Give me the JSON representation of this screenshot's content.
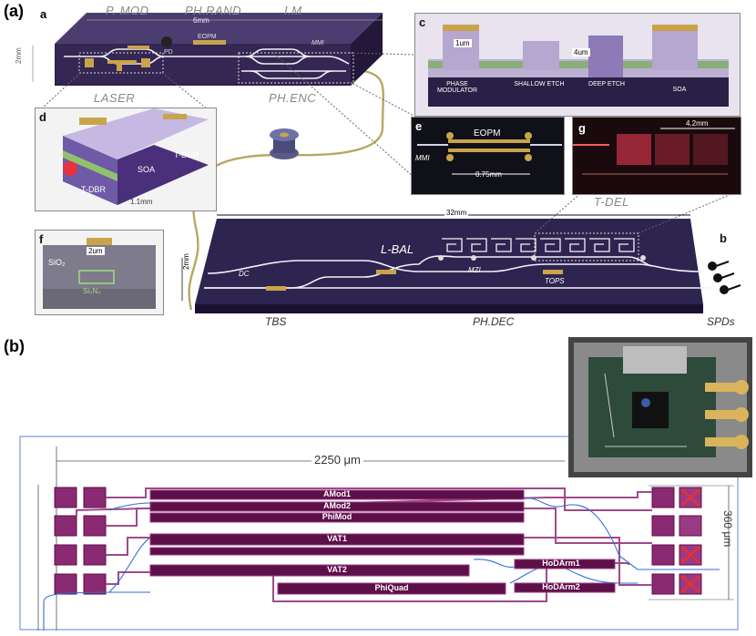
{
  "panel_a": {
    "label": "(a)",
    "chip_tx": {
      "letter": "a",
      "top_labels": [
        "P. MOD",
        "PH.RAND",
        "I.M"
      ],
      "bottom_labels": [
        "LASER",
        "PH.ENC"
      ],
      "dim_width": "6mm",
      "dim_height": "2mm",
      "inline_labels": {
        "pd": "PD",
        "eopm": "EOPM",
        "mmi": "MMI"
      }
    },
    "inset_c": {
      "letter": "c",
      "sections": [
        "PHASE MODULATOR",
        "SHALLOW ETCH",
        "DEEP ETCH",
        "SOA"
      ],
      "dim_1": "1um",
      "dim_4": "4um"
    },
    "inset_d": {
      "letter": "d",
      "labels": {
        "soa": "SOA",
        "tdbr_left": "T-DBR",
        "tdbr_right": "T-DBR"
      },
      "dim": "1.1mm"
    },
    "inset_e": {
      "letter": "e",
      "title": "EOPM",
      "left_label": "MMI",
      "dim": "0.75mm"
    },
    "inset_g": {
      "letter": "g",
      "dim": "4.2mm",
      "caption": "T-DEL"
    },
    "inset_f": {
      "letter": "f",
      "dim": "2um",
      "label_sio2": "SiO₂",
      "label_si3n4": "Si₃N₄"
    },
    "chip_rx": {
      "letter": "b",
      "dim_width": "32mm",
      "dim_height": "2mm",
      "inline_labels": {
        "lbal": "L-BAL",
        "dc": "DC",
        "mzi": "MZI",
        "tops": "TOPS"
      },
      "bottom_labels": [
        "TBS",
        "PH.DEC",
        "SPDs"
      ]
    }
  },
  "panel_b": {
    "label": "(b)",
    "dim_width": "2250 μm",
    "dim_height": "360 μm",
    "bars": [
      "AMod1",
      "AMod2",
      "PhiMod",
      "VAT1",
      "VAT2",
      "PhiQuad"
    ],
    "small_bars": [
      "HoDArm1",
      "HoDArm2"
    ]
  },
  "colors": {
    "chip_purple": "#463a6c",
    "chip_face": "#2c1f4a",
    "pad_magenta": "#7b1f64",
    "bar_magenta": "#5d0f48",
    "wire_blue": "#2f6fd3",
    "gold": "#c9a44a"
  }
}
